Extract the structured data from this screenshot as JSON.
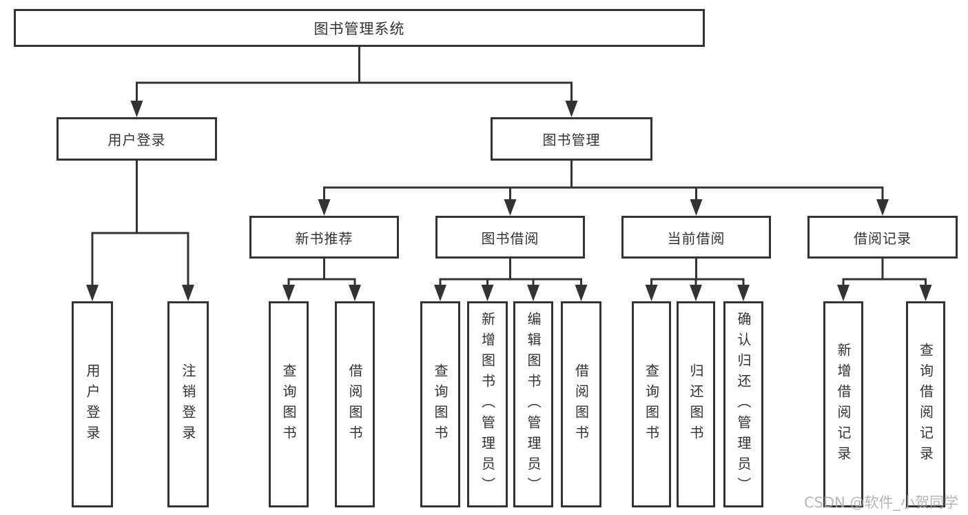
{
  "diagram": {
    "type": "hierarchy-tree",
    "root": {
      "label": "图书管理系统"
    },
    "branches": [
      {
        "label": "用户登录",
        "children": [
          {
            "label": "用户登录"
          },
          {
            "label": "注销登录"
          }
        ]
      },
      {
        "label": "图书管理",
        "children": [
          {
            "label": "新书推荐",
            "children": [
              {
                "label": "查询图书"
              },
              {
                "label": "借阅图书"
              }
            ]
          },
          {
            "label": "图书借阅",
            "children": [
              {
                "label": "查询图书"
              },
              {
                "label": "新增图书（管理员）"
              },
              {
                "label": "编辑图书（管理员）"
              },
              {
                "label": "借阅图书"
              }
            ]
          },
          {
            "label": "当前借阅",
            "children": [
              {
                "label": "查询图书"
              },
              {
                "label": "归还图书"
              },
              {
                "label": "确认归还（管理员）"
              }
            ]
          },
          {
            "label": "借阅记录",
            "children": [
              {
                "label": "新增借阅记录"
              },
              {
                "label": "查询借阅记录"
              }
            ]
          }
        ]
      }
    ],
    "colors": {
      "line": "#333333",
      "text": "#333333",
      "box_background": "#ffffff",
      "page_background": "#ffffff",
      "watermark": "#a8a8a8"
    }
  },
  "watermark": {
    "text": "CSDN @软件_小贺同学"
  }
}
